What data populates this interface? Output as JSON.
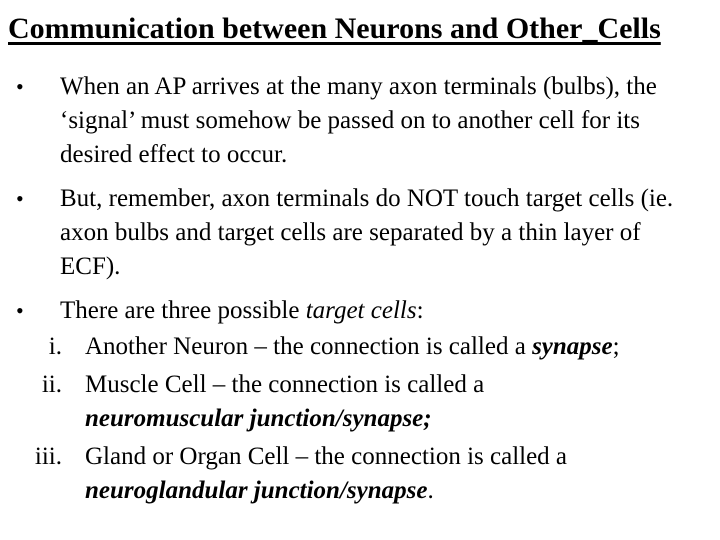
{
  "slide": {
    "colors": {
      "text": "#000000",
      "background": "#ffffff"
    },
    "bullet_char": "•",
    "title": "Communication between Neurons and Other_Cells",
    "bullets": [
      {
        "text": "When an AP arrives at the many axon terminals (bulbs), the ‘signal’ must somehow be passed on to another cell for its desired effect to occur."
      },
      {
        "text": "But, remember, axon terminals do NOT touch target cells (ie. axon bulbs and target cells are separated by a thin layer of ECF)."
      },
      {
        "pre": "There are three possible ",
        "italic": "target cells",
        "post": ":"
      }
    ],
    "numbered": [
      {
        "marker": "i.",
        "pre": "Another Neuron – the connection is called a ",
        "emphasis": "synapse",
        "post": ";"
      },
      {
        "marker": "ii.",
        "pre": "Muscle Cell – the connection is called a ",
        "emphasis": "neuromuscular junction/synapse;",
        "post": ""
      },
      {
        "marker": "iii.",
        "pre": "Gland or Organ Cell – the connection is called a ",
        "emphasis": "neuroglandular junction/synapse",
        "post": "."
      }
    ]
  }
}
